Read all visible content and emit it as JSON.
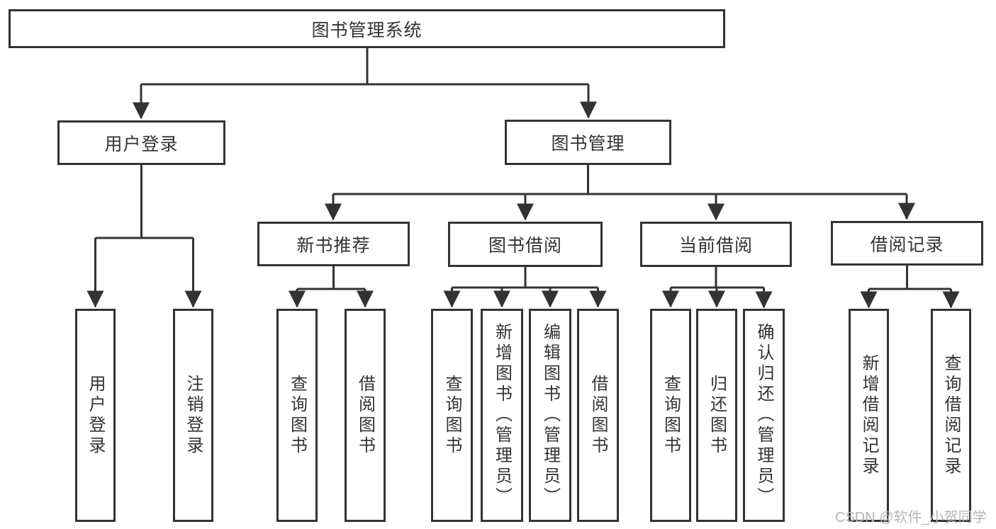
{
  "root": {
    "label": "图书管理系统"
  },
  "branches": {
    "user_login": {
      "label": "用户登录",
      "leaves": [
        "用户登录",
        "注销登录"
      ]
    },
    "book_mgmt": {
      "label": "图书管理",
      "groups": {
        "new_books": {
          "label": "新书推荐",
          "leaves": [
            "查询图书",
            "借阅图书"
          ]
        },
        "borrow": {
          "label": "图书借阅",
          "leaves": [
            "查询图书",
            "新增图书（管理员）",
            "编辑图书（管理员）",
            "借阅图书"
          ]
        },
        "current": {
          "label": "当前借阅",
          "leaves": [
            "查询图书",
            "归还图书",
            "确认归还（管理员）"
          ]
        },
        "records": {
          "label": "借阅记录",
          "leaves": [
            "新增借阅记录",
            "查询借阅记录"
          ]
        }
      }
    }
  },
  "watermark": "CSDN @软件_小贺同学",
  "colors": {
    "line": "#333333",
    "text": "#333333",
    "watermark": "#b5b5b5",
    "background": "#ffffff"
  }
}
